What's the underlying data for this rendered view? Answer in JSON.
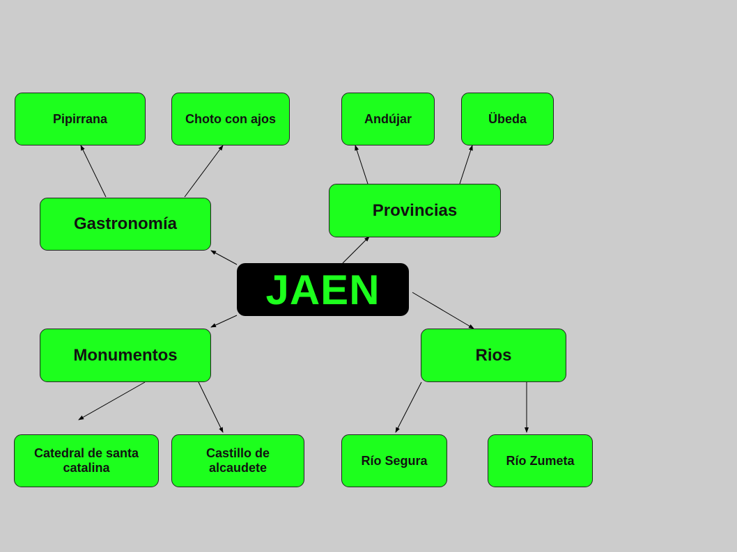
{
  "center": {
    "label": "JAEN"
  },
  "branches": {
    "gastronomia": {
      "label": "Gastronomía",
      "children": [
        "Pipirrana",
        "Choto con ajos"
      ]
    },
    "provincias": {
      "label": "Provincias",
      "children": [
        "Andújar",
        "Übeda"
      ]
    },
    "monumentos": {
      "label": "Monumentos",
      "children": [
        "Catedral de santa catalina",
        "Castillo de alcaudete"
      ]
    },
    "rios": {
      "label": "Rios",
      "children": [
        "Río Segura",
        "Río Zumeta"
      ]
    }
  },
  "colors": {
    "background": "#cccccc",
    "node_fill": "#1dff1d",
    "center_fill": "#000000",
    "center_text": "#1dff1d"
  }
}
